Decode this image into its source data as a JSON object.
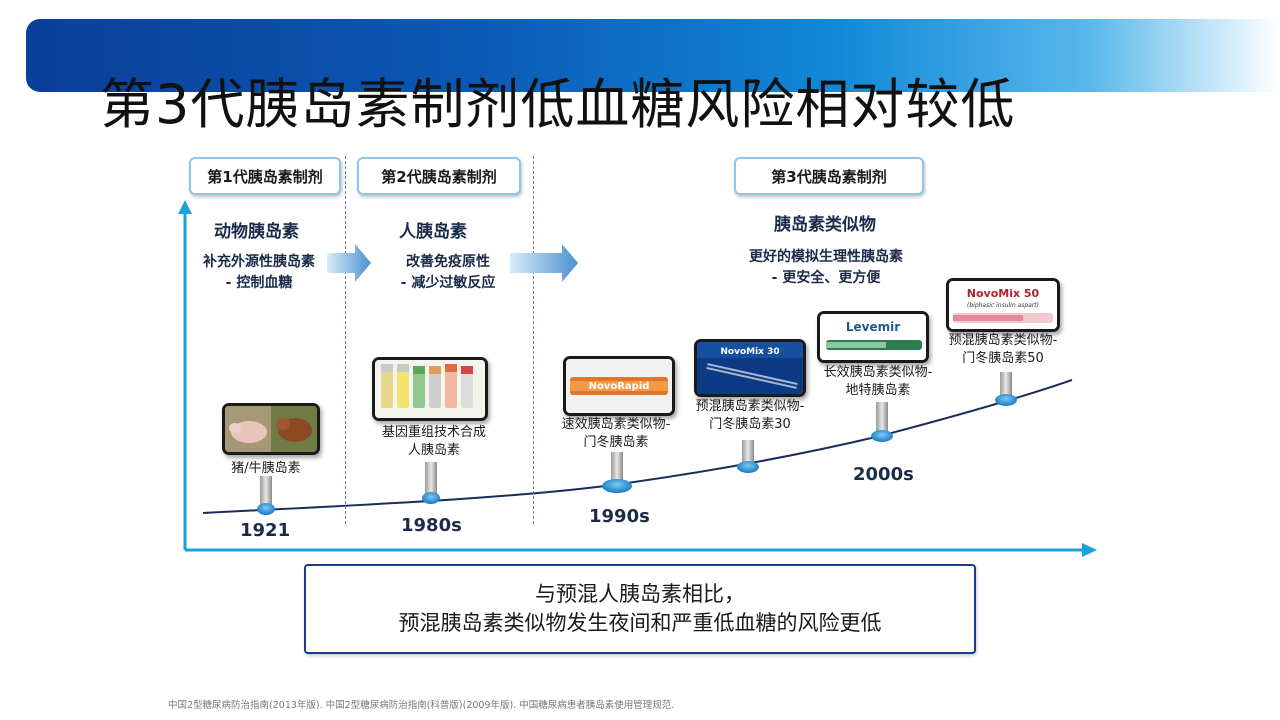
{
  "title": "第3代胰岛素制剂低血糖风险相对较低",
  "generations": [
    {
      "label": "第1代胰岛素制剂"
    },
    {
      "label": "第2代胰岛素制剂"
    },
    {
      "label": "第3代胰岛素制剂"
    }
  ],
  "columns": [
    {
      "heading": "动物胰岛素",
      "desc_line1": "补充外源性胰岛素",
      "desc_line2": "- 控制血糖"
    },
    {
      "heading": "人胰岛素",
      "desc_line1": "改善免疫原性",
      "desc_line2": "- 减少过敏反应"
    },
    {
      "heading": "胰岛素类似物",
      "desc_line1": "更好的模拟生理性胰岛素",
      "desc_line2": "- 更安全、更方便"
    }
  ],
  "products": [
    {
      "line1": "猪/牛胰岛素",
      "line2": ""
    },
    {
      "line1": "基因重组技术合成",
      "line2": "人胰岛素"
    },
    {
      "line1": "速效胰岛素类似物-",
      "line2": "门冬胰岛素"
    },
    {
      "line1": "预混胰岛素类似物-",
      "line2": "门冬胰岛素30"
    },
    {
      "line1": "长效胰岛素类似物-",
      "line2": "地特胰岛素"
    },
    {
      "line1": "预混胰岛素类似物-",
      "line2": "门冬胰岛素50"
    }
  ],
  "product_logos": {
    "novorapid": "NovoRapid",
    "novomix30_top": "NovoMix 30",
    "levemir": "Levemir",
    "novomix50": "NovoMix 50",
    "novomix50_sub": "(biphasic insulin aspart)"
  },
  "years": [
    "1921",
    "1980s",
    "1990s",
    "2000s"
  ],
  "callout": {
    "line1": "与预混人胰岛素相比，",
    "line2": "预混胰岛素类似物发生夜间和严重低血糖的风险更低"
  },
  "footnote": "中国2型糖尿病防治指南(2013年版). 中国2型糖尿病防治指南(科普版)(2009年版). 中国糖尿病患者胰岛素使用管理规范.",
  "colors": {
    "axis": "#1ea0dc",
    "curve": "#1b2b5e",
    "node": "#1e8fd8",
    "arrow": "#4a90d0"
  }
}
